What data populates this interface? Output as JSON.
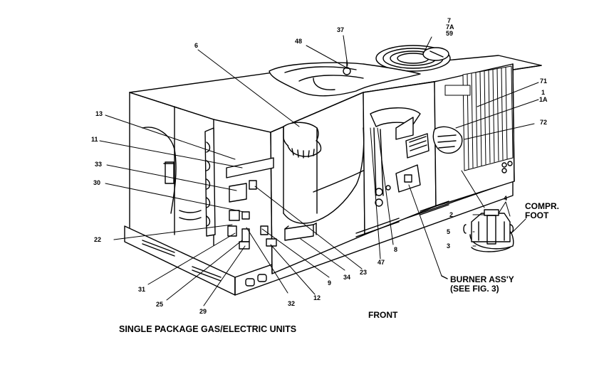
{
  "figure": {
    "title": "SINGLE PACKAGE GAS/ELECTRIC UNITS",
    "front_label": "FRONT",
    "burner_label_line1": "BURNER ASS'Y",
    "burner_label_line2": "(SEE FIG. 3)",
    "compr_label_line1": "COMPR.",
    "compr_label_line2": "FOOT"
  },
  "callouts": {
    "c7": "7",
    "c7a": "7A",
    "c59": "59",
    "c37": "37",
    "c48": "48",
    "c6": "6",
    "c71": "71",
    "c1": "1",
    "c1a": "1A",
    "c72": "72",
    "c13": "13",
    "c11": "11",
    "c33": "33",
    "c30": "30",
    "c22": "22",
    "c31": "31",
    "c25": "25",
    "c29": "29",
    "c32": "32",
    "c12": "12",
    "c9": "9",
    "c34": "34",
    "c23": "23",
    "c47": "47",
    "c8": "8",
    "c2": "2",
    "c5": "5",
    "c3": "3",
    "c4": "4"
  }
}
